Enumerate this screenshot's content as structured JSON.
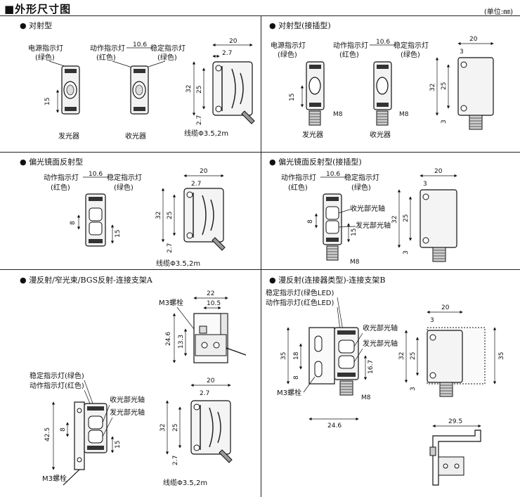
{
  "header": {
    "title": "■外形尺寸图",
    "unit": "(单位:㎜)"
  },
  "panels": {
    "p1": {
      "title": "● 对射型",
      "callouts": {
        "power_led": "电源指示灯",
        "power_color": "(绿色)",
        "action_led": "动作指示灯",
        "action_color": "(红色)",
        "stable_led": "稳定指示灯",
        "stable_color": "(绿色)"
      },
      "labels": {
        "emitter": "发光器",
        "receiver": "收光器",
        "cable": "线缆Φ3.5,2m"
      },
      "dims": {
        "w106": "10.6",
        "d15": "15",
        "w20": "20",
        "w27": "2.7",
        "h32": "32",
        "h25": "25",
        "h27": "2.7"
      }
    },
    "p2": {
      "title": "● 对射型(接插型)",
      "callouts": {
        "power_led": "电源指示灯",
        "power_color": "(绿色)",
        "action_led": "动作指示灯",
        "action_color": "(红色)",
        "stable_led": "稳定指示灯",
        "stable_color": "(绿色)"
      },
      "labels": {
        "emitter": "发光器",
        "receiver": "收光器",
        "m8a": "M8",
        "m8b": "M8"
      },
      "dims": {
        "w106": "10.6",
        "d15": "15",
        "w20": "20",
        "w3": "3",
        "h32": "32",
        "h25": "25",
        "h3": "3"
      }
    },
    "p3": {
      "title": "● 偏光镜面反射型",
      "callouts": {
        "action_led": "动作指示灯",
        "action_color": "(红色)",
        "stable_led": "稳定指示灯",
        "stable_color": "(绿色)"
      },
      "labels": {
        "cable": "线缆Φ3.5,2m"
      },
      "dims": {
        "w106": "10.6",
        "d8": "8",
        "d15": "15",
        "w20": "20",
        "w27": "2.7",
        "h32": "32",
        "h25": "25",
        "h27": "2.7"
      }
    },
    "p4": {
      "title": "● 偏光镜面反射型(接插型)",
      "callouts": {
        "action_led": "动作指示灯",
        "action_color": "(红色)",
        "stable_led": "稳定指示灯",
        "stable_color": "(绿色)"
      },
      "labels": {
        "rx_axis": "收光部光轴",
        "tx_axis": "发光部光轴",
        "m8": "M8"
      },
      "dims": {
        "w106": "10.6",
        "d8": "8",
        "d15": "15",
        "w20": "20",
        "w3": "3",
        "h32": "32",
        "h25": "25",
        "h3": "3"
      }
    },
    "p5": {
      "title": "● 漫反射/窄光束/BGS反射-连接支架A",
      "labels": {
        "m3_bolt_top": "M3螺栓",
        "stable_led": "稳定指示灯(绿色)",
        "action_led": "动作指示灯(红色)",
        "rx_axis": "收光部光轴",
        "tx_axis": "发光部光轴",
        "m3_bolt_bottom": "M3螺栓",
        "cable": "线缆Φ3.5,2m"
      },
      "dims": {
        "w22": "22",
        "w105": "10.5",
        "h246": "24.6",
        "h133": "13.3",
        "h425": "42.5",
        "d8": "8",
        "d15": "15",
        "w20": "20",
        "w27": "2.7",
        "h32": "32",
        "h25": "25",
        "h27": "2.7"
      }
    },
    "p6": {
      "title": "● 漫反射(连接器类型)-连接支架B",
      "labels": {
        "stable_led": "稳定指示灯(绿色LED)",
        "action_led": "动作指示灯(红色LED)",
        "rx_axis": "收光部光轴",
        "tx_axis": "发光部光轴",
        "m3_bolt": "M3螺栓",
        "m8": "M8"
      },
      "dims": {
        "h35": "35",
        "h18": "18",
        "d8": "8",
        "h167": "16.7",
        "w246": "24.6",
        "w20": "20",
        "w3": "3",
        "h32": "32",
        "h25": "25",
        "h3": "3",
        "h35r": "35",
        "w295": "29.5"
      }
    }
  }
}
